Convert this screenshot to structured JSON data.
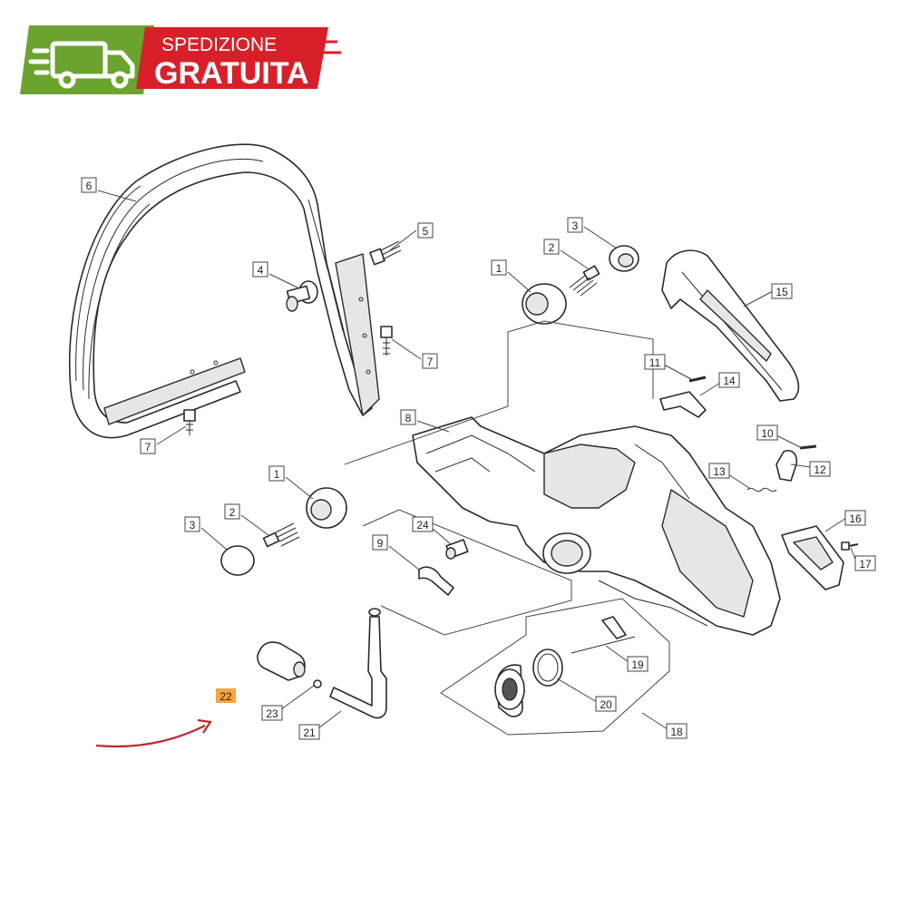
{
  "banner": {
    "line1": "SPEDIZIONE",
    "line2": "GRATUITA",
    "green": "#6aa42f",
    "red": "#d8202a",
    "icon": "delivery-truck-icon"
  },
  "labels": [
    {
      "id": "6a",
      "text": "6"
    },
    {
      "id": "5",
      "text": "5"
    },
    {
      "id": "4",
      "text": "4"
    },
    {
      "id": "7a",
      "text": "7"
    },
    {
      "id": "7b",
      "text": "7"
    },
    {
      "id": "3a",
      "text": "3"
    },
    {
      "id": "2a",
      "text": "2"
    },
    {
      "id": "1a",
      "text": "1"
    },
    {
      "id": "15",
      "text": "15"
    },
    {
      "id": "11",
      "text": "11"
    },
    {
      "id": "14",
      "text": "14"
    },
    {
      "id": "8",
      "text": "8"
    },
    {
      "id": "10",
      "text": "10"
    },
    {
      "id": "12",
      "text": "12"
    },
    {
      "id": "13",
      "text": "13"
    },
    {
      "id": "1b",
      "text": "1"
    },
    {
      "id": "2b",
      "text": "2"
    },
    {
      "id": "3b",
      "text": "3"
    },
    {
      "id": "24",
      "text": "24"
    },
    {
      "id": "9",
      "text": "9"
    },
    {
      "id": "16",
      "text": "16"
    },
    {
      "id": "17",
      "text": "17"
    },
    {
      "id": "19",
      "text": "19"
    },
    {
      "id": "20",
      "text": "20"
    },
    {
      "id": "18",
      "text": "18"
    },
    {
      "id": "22",
      "text": "22",
      "highlight": "#f7a541"
    },
    {
      "id": "23",
      "text": "23"
    },
    {
      "id": "21",
      "text": "21"
    }
  ],
  "pointer_arrow_color": "#c0282d"
}
